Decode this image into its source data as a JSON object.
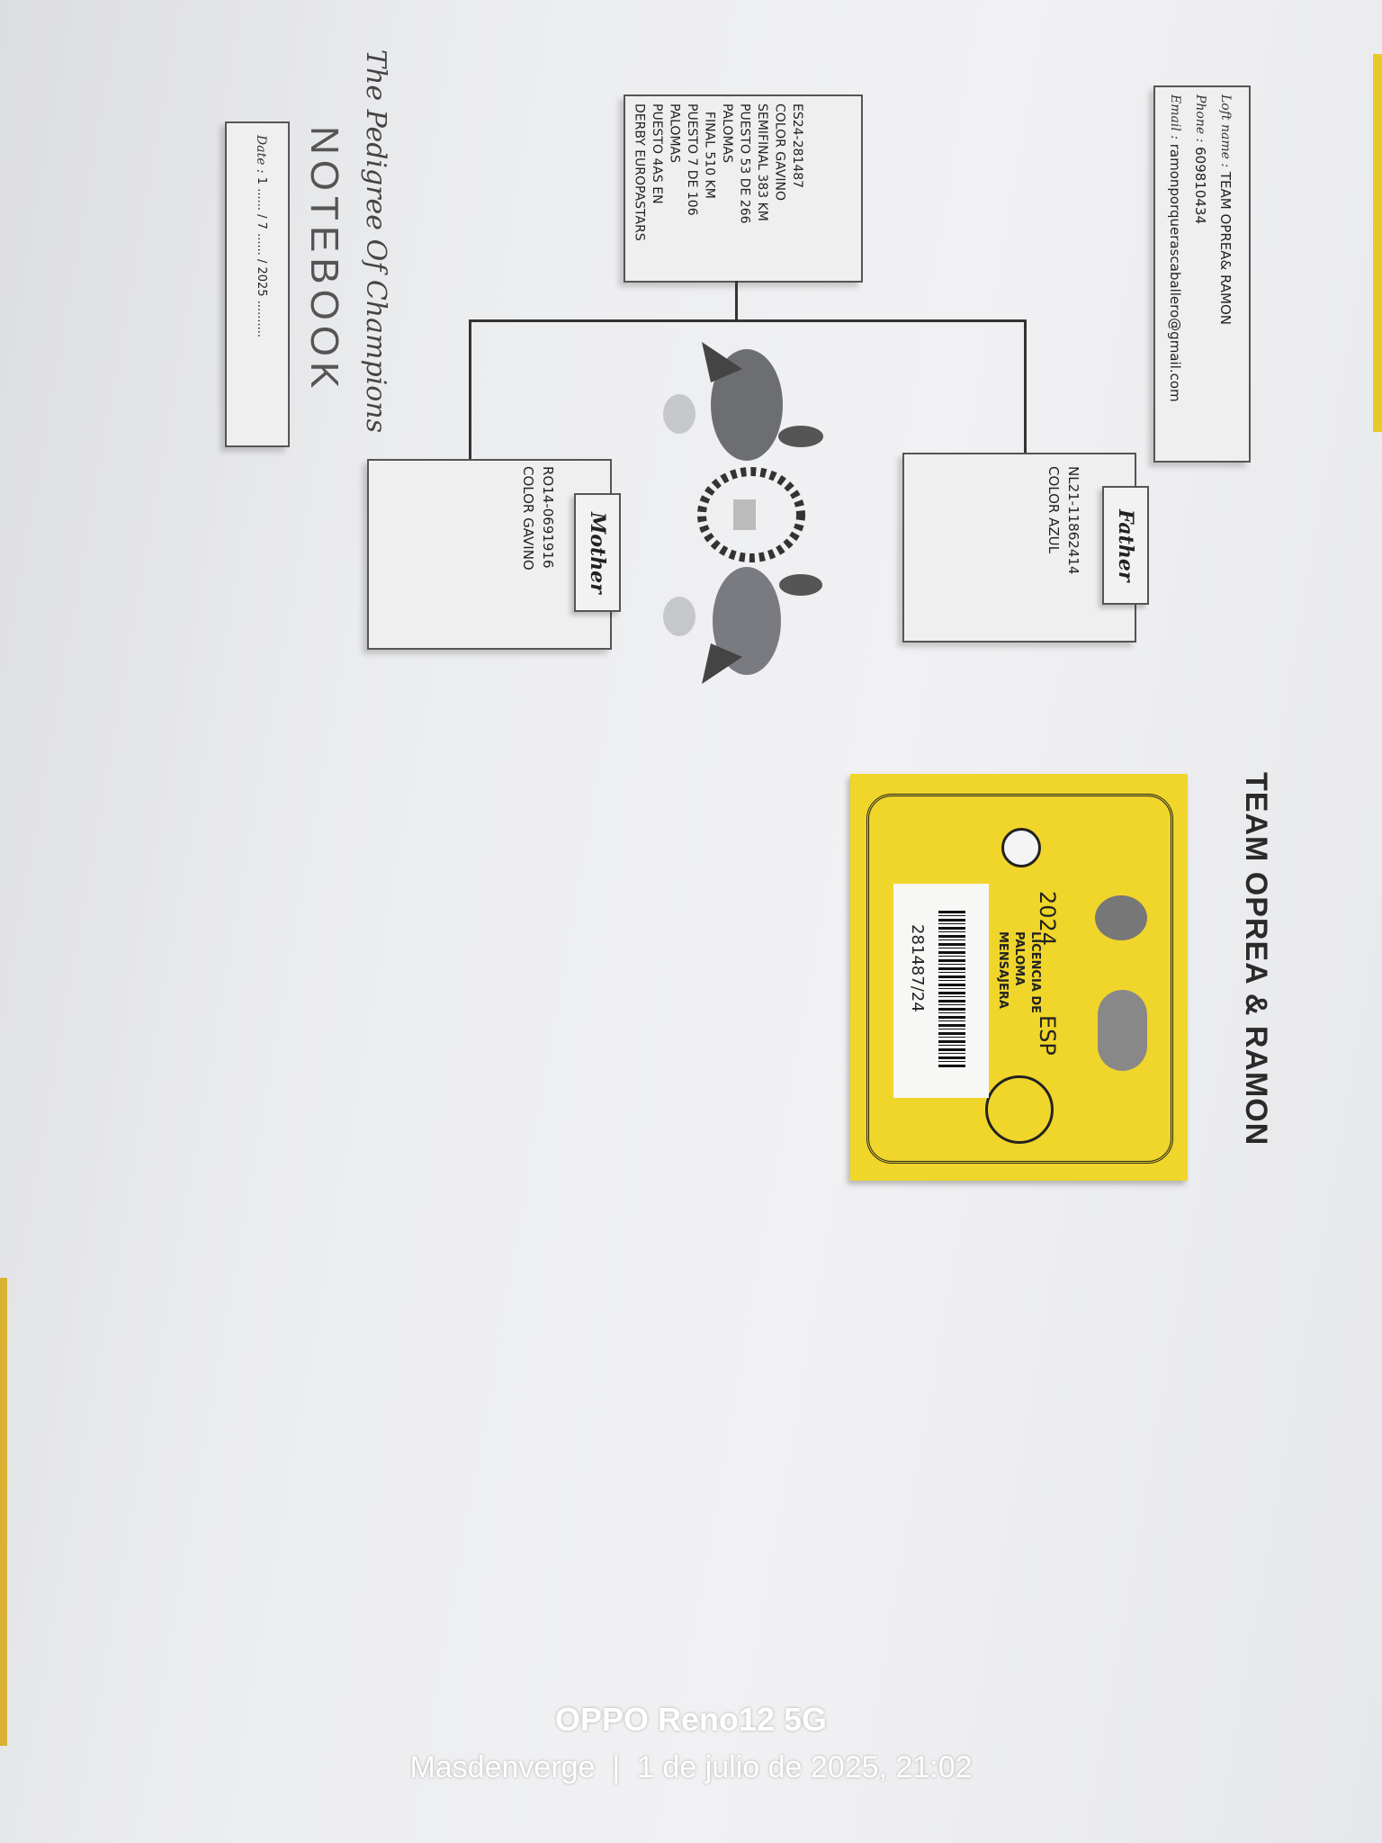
{
  "loft": {
    "loft_name_label": "Loft name :",
    "loft_name": "TEAM OPREA& RAMON",
    "phone_label": "Phone :",
    "phone": "609810434",
    "email_label": "Email :",
    "email": "ramonporquerascaballero@gmail.com"
  },
  "pigeon": {
    "lines": [
      "ES24-281487",
      "COLOR GAVINO",
      "SEMIFINAL 383 KM",
      "PUESTO 53 DE  266",
      "PALOMAS",
      "  FINAL 510 KM",
      "PUESTO 7  DE 106",
      "PALOMAS",
      "PUESTO 4AS EN",
      "DERBY EUROPASTARS"
    ]
  },
  "father": {
    "label": "Father",
    "ring": "NL21-11862414",
    "color": "COLOR AZUL"
  },
  "mother": {
    "label": "Mother",
    "ring": "RO14-0691916",
    "color": "COLOR GAVINO"
  },
  "notebook": {
    "script_title": "The Pedigree Of Champions",
    "title": "NOTEBOOK",
    "date_label": "Date :",
    "day": "1",
    "month": "7",
    "year": "2025"
  },
  "team_heading": "TEAM OPREA & RAMON",
  "license_card": {
    "year": "2024",
    "country": "ESP",
    "title_line1": "LICENCIA DE",
    "title_line2": "PALOMA MENSAJERA",
    "number": "281487/24",
    "color": "#f0d52a"
  },
  "watermark": {
    "device": "OPPO Reno12 5G",
    "location": "Masdenverge",
    "datetime": "1 de julio de 2025, 21:02"
  }
}
